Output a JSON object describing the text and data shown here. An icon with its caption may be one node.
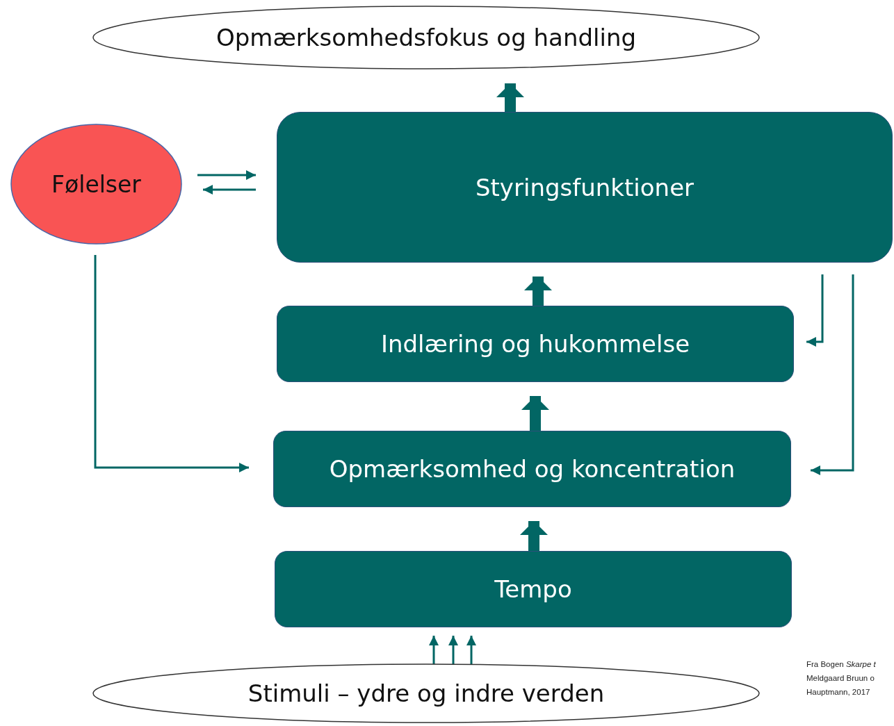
{
  "diagram": {
    "nodes": [
      {
        "text": [
          "Opmærksomhedsfokus og handling"
        ]
      },
      {
        "text": [
          "Følelser"
        ]
      },
      {
        "text": [
          "Styringsfunktioner"
        ]
      },
      {
        "text": [
          "Indlæring og hukommelse"
        ]
      },
      {
        "text": [
          "Opmærksomhed og koncentration"
        ]
      },
      {
        "text": [
          "Tempo"
        ]
      },
      {
        "text": [
          "Stimuli – ydre og indre verden"
        ]
      }
    ],
    "edges": [
      {
        "from": 2,
        "to": 0,
        "arrow": "to",
        "style": "thick"
      },
      {
        "from": 1,
        "to": 2,
        "arrow": "to"
      },
      {
        "from": 2,
        "to": 1,
        "arrow": "to"
      },
      {
        "from": 3,
        "to": 2,
        "arrow": "to",
        "style": "thick"
      },
      {
        "from": 4,
        "to": 3,
        "arrow": "to",
        "style": "thick"
      },
      {
        "from": 5,
        "to": 4,
        "arrow": "to",
        "style": "thick"
      },
      {
        "from": 6,
        "to": 5,
        "arrow": "to"
      },
      {
        "from": 6,
        "to": 5,
        "arrow": "to"
      },
      {
        "from": 6,
        "to": 5,
        "arrow": "to"
      },
      {
        "from": 1,
        "to": 4,
        "arrow": "to"
      },
      {
        "from": 2,
        "to": 3,
        "arrow": "to"
      },
      {
        "from": 2,
        "to": 4,
        "arrow": "to"
      }
    ],
    "labels": [
      "Fra Bogen *Skarpe t*",
      "Meldgaard Bruun o",
      "Hauptmann, 2017"
    ]
  }
}
